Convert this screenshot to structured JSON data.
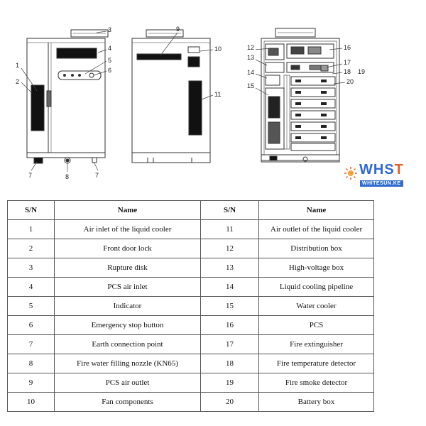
{
  "callouts": [
    "1",
    "2",
    "3",
    "4",
    "5",
    "6",
    "7",
    "7",
    "8",
    "9",
    "10",
    "11",
    "12",
    "13",
    "14",
    "15",
    "16",
    "17",
    "18",
    "19",
    "20"
  ],
  "logo": {
    "text_main": "WHS",
    "text_accent": "T",
    "subtitle": "WHITESUN.KE"
  },
  "table": {
    "headers": [
      "S/N",
      "Name",
      "S/N",
      "Name"
    ],
    "rows": [
      [
        "1",
        "Air inlet of the liquid cooler",
        "11",
        "Air outlet of the liquid cooler"
      ],
      [
        "2",
        "Front door lock",
        "12",
        "Distribution box"
      ],
      [
        "3",
        "Rupture disk",
        "13",
        "High-voltage box"
      ],
      [
        "4",
        "PCS air inlet",
        "14",
        "Liquid cooling pipeline"
      ],
      [
        "5",
        "Indicator",
        "15",
        "Water cooler"
      ],
      [
        "6",
        "Emergency stop button",
        "16",
        "PCS"
      ],
      [
        "7",
        "Earth connection point",
        "17",
        "Fire extinguisher"
      ],
      [
        "8",
        "Fire water filling nozzle (KN65)",
        "18",
        "Fire temperature detector"
      ],
      [
        "9",
        "PCS air outlet",
        "19",
        "Fire smoke detector"
      ],
      [
        "10",
        "Fan components",
        "20",
        "Battery box"
      ]
    ]
  }
}
